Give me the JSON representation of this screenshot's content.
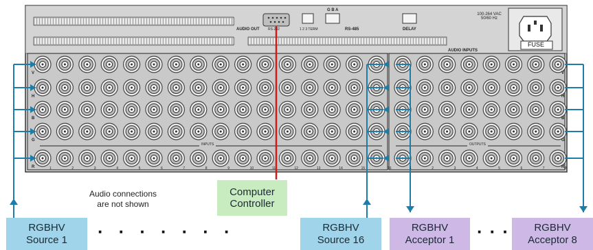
{
  "panel": {
    "inputs_label": "INPUTS",
    "outputs_label": "OUTPUTS",
    "audio_out_label": "AUDIO OUT",
    "audio_inputs_label": "AUDIO INPUTS",
    "rs232_label": "RS-232",
    "term_label": "1 2 3 TERM",
    "gba_label": "G B A",
    "rs485_label": "RS-485",
    "delay_label": "DELAY",
    "power_label": "100-264 VAC 50/60 Hz",
    "fuse_label": "FUSE",
    "row_labels": [
      "V",
      "H",
      "B",
      "G",
      "R"
    ],
    "input_numbers": [
      "1",
      "2",
      "3",
      "4",
      "5",
      "6",
      "7",
      "8",
      "9",
      "10",
      "11",
      "12",
      "13",
      "14",
      "15",
      "16"
    ],
    "output_numbers": [
      "1",
      "2",
      "3",
      "4",
      "5",
      "6",
      "7",
      "8"
    ]
  },
  "note": {
    "line1": "Audio connections",
    "line2": "are not shown"
  },
  "controller": {
    "line1": "Computer",
    "line2": "Controller"
  },
  "sources": [
    {
      "line1": "RGBHV",
      "line2": "Source 1"
    },
    {
      "line1": "RGBHV",
      "line2": "Source 16"
    }
  ],
  "acceptors": [
    {
      "line1": "RGBHV",
      "line2": "Acceptor 1"
    },
    {
      "line1": "RGBHV",
      "line2": "Acceptor 8"
    }
  ],
  "colors": {
    "source": "#9fd4ea",
    "acceptor": "#cdb8e6",
    "controller": "#c9ebc0",
    "cable": "#1b7da8",
    "rs232_cable": "#d11a1a",
    "panel": "#dedede"
  }
}
